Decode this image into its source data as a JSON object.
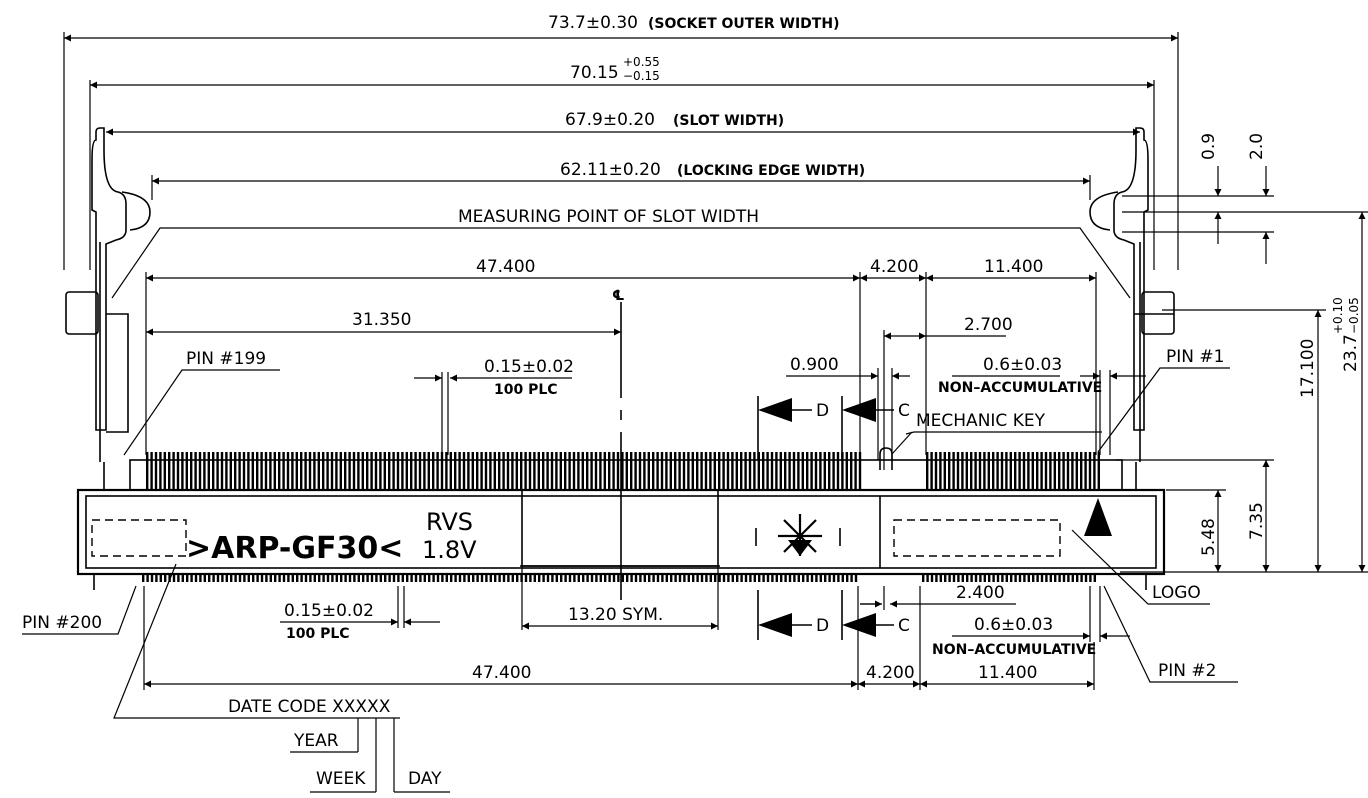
{
  "dims": {
    "socket_outer": {
      "value": "73.7±0.30",
      "note": "(SOCKET OUTER WIDTH)"
    },
    "overall": {
      "base": "70.15",
      "sup": "+0.55",
      "sub": "−0.15"
    },
    "slot": {
      "value": "67.9±0.20",
      "note": "(SLOT WIDTH)"
    },
    "locking": {
      "value": "62.11±0.20",
      "note": "(LOCKING EDGE WIDTH)"
    },
    "measuring_point": "MEASURING POINT OF SLOT WIDTH",
    "top_47": "47.400",
    "top_4_2": "4.200",
    "top_11_4": "11.400",
    "d_31_35": "31.350",
    "d_2_7": "2.700",
    "d_0_9": "0.900",
    "pitch_top": "0.6±0.03",
    "nonacc": "NON–ACCUMULATIVE",
    "pin_pitch": "0.15±0.02",
    "plc": "100 PLC",
    "right_0_9": "0.9",
    "right_2_0": "2.0",
    "h_17_1": "17.100",
    "h_23_7": {
      "base": "23.7",
      "sup": "+0.10",
      "sub": "−0.05"
    },
    "h_7_35": "7.35",
    "h_5_48": "5.48",
    "sym": "13.20 SYM.",
    "bot_2_4": "2.400",
    "pitch_bot": "0.6±0.03",
    "bot_47": "47.400",
    "bot_4_2": "4.200",
    "bot_11_4": "11.400"
  },
  "labels": {
    "pin199": "PIN #199",
    "pin1": "PIN #1",
    "pin200": "PIN #200",
    "pin2": "PIN #2",
    "mechanic_key": "MECHANIC KEY",
    "logo": "LOGO",
    "date_code": "DATE CODE XXXXX",
    "year": "YEAR",
    "week": "WEEK",
    "day": "DAY",
    "centerline": "℄",
    "section_d": "D",
    "section_c": "C"
  },
  "marking": {
    "part": ">ARP-GF30<",
    "rvs": "RVS",
    "voltage": "1.8V"
  }
}
